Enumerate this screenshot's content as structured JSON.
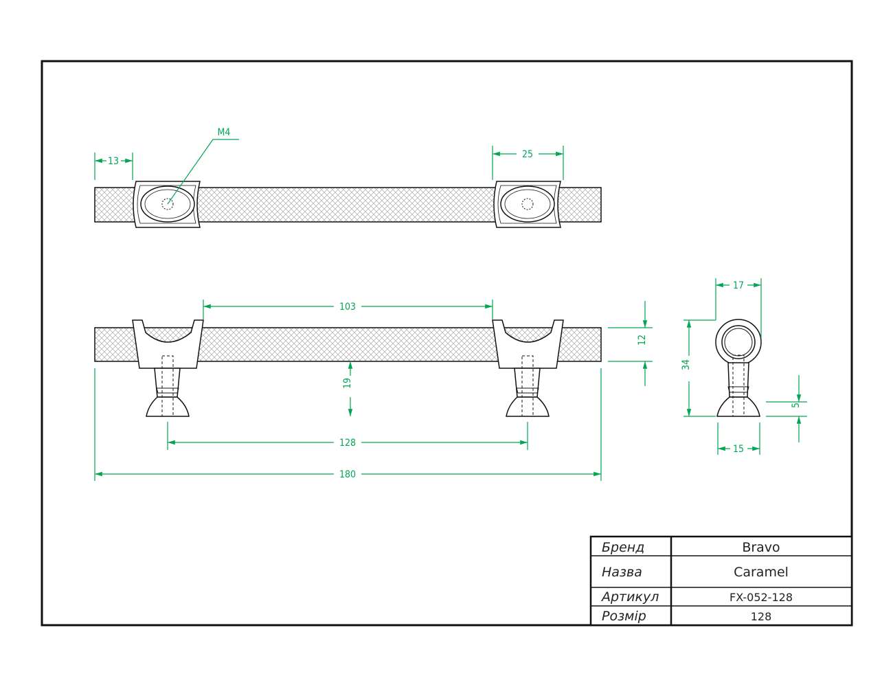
{
  "dimensions": {
    "thread": "M4",
    "top_left_offset": "13",
    "top_leg_width": "25",
    "leg_span_inner": "103",
    "bar_thickness": "12",
    "leg_height": "19",
    "center_distance": "128",
    "overall_length": "180",
    "side_width": "17",
    "side_height": "34",
    "side_foot_height": "5",
    "side_base_width": "15"
  },
  "title_block": {
    "rows": [
      {
        "label": "Бренд",
        "value": "Bravo"
      },
      {
        "label": "Назва",
        "value": "Caramel"
      },
      {
        "label": "Артикул",
        "value": "FX-052-128"
      },
      {
        "label": "Розмір",
        "value": "128"
      }
    ]
  },
  "colors": {
    "dimension_lines": "#00a651",
    "outline": "#111111",
    "hatch": "#9a9a9a"
  }
}
